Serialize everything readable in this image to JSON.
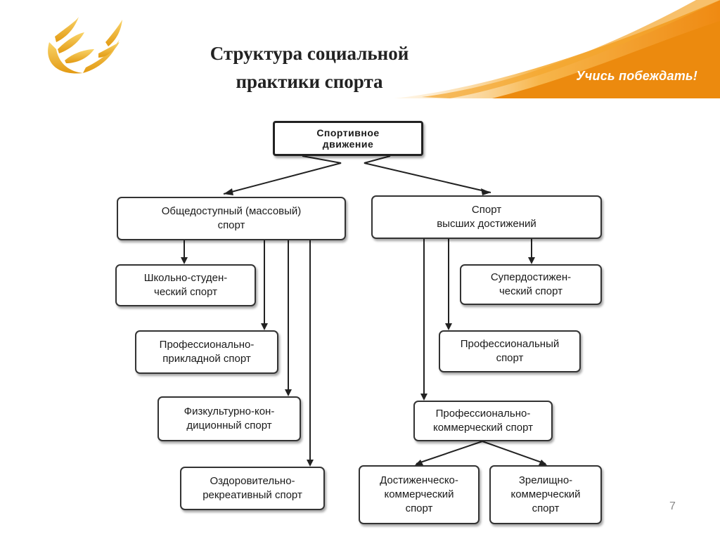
{
  "slide": {
    "title": "Структура социальной\nпрактики спорта",
    "slogan": "Учись побеждать!",
    "page_number": "7",
    "accent_color": "#f29a1c"
  },
  "diagram": {
    "root": "Спортивное\nдвижение",
    "mass_sport": "Общедоступный (массовый)\nспорт",
    "elite_sport": "Спорт\nвысших достижений",
    "mass_children": [
      "Школьно-студен-\nческий спорт",
      "Профессионально-\nприкладной спорт",
      "Физкультурно-кон-\nдиционный спорт",
      "Оздоровительно-\nрекреативный спорт"
    ],
    "elite_children": [
      "Супердостижен-\nческий спорт",
      "Профессиональный\nспорт",
      "Профессионально-\nкоммерческий спорт"
    ],
    "commercial_children": [
      "Достиженческо-\nкоммерческий\nспорт",
      "Зрелищно-\nкоммерческий\nспорт"
    ]
  }
}
